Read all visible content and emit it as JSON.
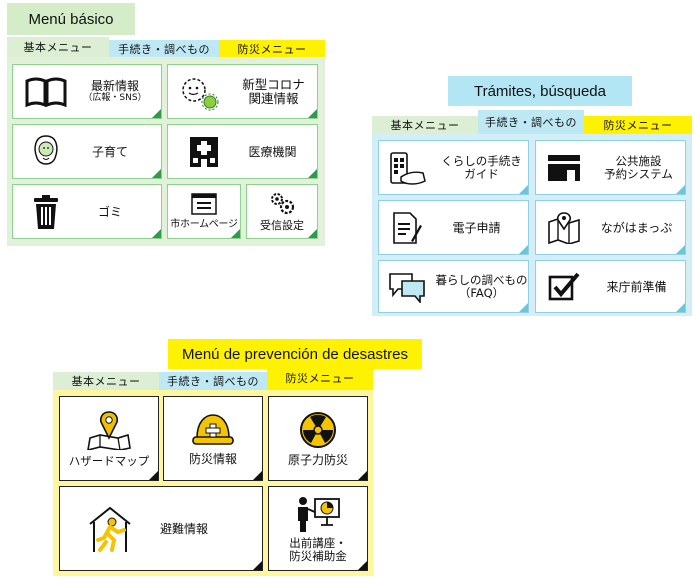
{
  "colors": {
    "green_tab": "#dcefd4",
    "blue_tab": "#bfe8f5",
    "yellow_tab": "#fff200",
    "green_title": "#d5ecc9",
    "blue_title": "#b2e6f5"
  },
  "tabs": {
    "basic": "基本メニュー",
    "procedures": "手続き・調べもの",
    "disaster": "防災メニュー"
  },
  "basic_panel": {
    "title": "Menú básico",
    "tiles": [
      {
        "icon": "book-icon",
        "label": "最新情報",
        "sub": "（広報・SNS）"
      },
      {
        "icon": "coronavirus-icon",
        "label": "新型コロナ",
        "label2": "関連情報"
      },
      {
        "icon": "baby-icon",
        "label": "子育て"
      },
      {
        "icon": "hospital-icon",
        "label": "医療機関"
      },
      {
        "icon": "trash-can-icon",
        "label": "ゴミ"
      },
      {
        "icon": "browser-window-icon",
        "label": "市ホームページ"
      },
      {
        "icon": "gears-icon",
        "label": "受信設定"
      }
    ]
  },
  "procedures_panel": {
    "title": "Trámites, búsqueda",
    "tiles": [
      {
        "icon": "smartphone-hand-icon",
        "label": "くらしの手続き",
        "label2": "ガイド"
      },
      {
        "icon": "public-facility-icon",
        "label": "公共施設",
        "label2": "予約システム"
      },
      {
        "icon": "document-pen-icon",
        "label": "電子申請"
      },
      {
        "icon": "map-pin-icon",
        "label": "ながはまっぷ"
      },
      {
        "icon": "speech-bubbles-icon",
        "label": "暮らしの調べもの",
        "label2": "（FAQ）"
      },
      {
        "icon": "checkbox-icon",
        "label": "来庁前準備"
      }
    ]
  },
  "disaster_panel": {
    "title": "Menú de prevención de desastres",
    "tiles": [
      {
        "icon": "hazard-map-icon",
        "label": "ハザードマップ"
      },
      {
        "icon": "helmet-icon",
        "label": "防災情報"
      },
      {
        "icon": "radiation-icon",
        "label": "原子力防災"
      },
      {
        "icon": "evacuation-icon",
        "label": "避難情報"
      },
      {
        "icon": "lecture-icon",
        "label": "出前講座・",
        "label2": "防災補助金"
      }
    ]
  }
}
